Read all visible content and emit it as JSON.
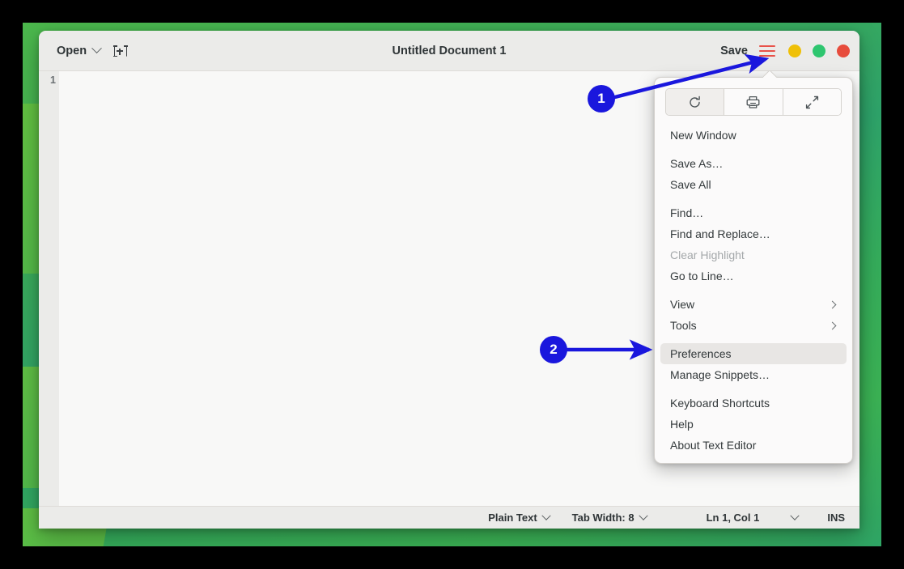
{
  "window": {
    "title": "Untitled Document 1",
    "open_label": "Open",
    "new_tab_icon": "new-tab-icon",
    "save_label": "Save",
    "menu_icon": "hamburger-menu-icon",
    "menu_icon_color": "#e8524a",
    "controls": [
      {
        "name": "minimize",
        "color": "#efc007"
      },
      {
        "name": "maximize",
        "color": "#2ec66f"
      },
      {
        "name": "close",
        "color": "#e74c3c"
      }
    ]
  },
  "editor": {
    "line_numbers": [
      "1"
    ],
    "content": ""
  },
  "statusbar": {
    "language": "Plain Text",
    "tab_width": "Tab Width: 8",
    "position": "Ln 1, Col 1",
    "insert_mode": "INS"
  },
  "menu": {
    "icon_buttons": [
      {
        "name": "reload-icon",
        "label": "Reload",
        "highlighted": true
      },
      {
        "name": "print-icon",
        "label": "Print",
        "highlighted": false
      },
      {
        "name": "fullscreen-icon",
        "label": "Fullscreen",
        "highlighted": false
      }
    ],
    "groups": [
      {
        "items": [
          {
            "label": "New Window",
            "disabled": false,
            "submenu": false,
            "selected": false
          }
        ]
      },
      {
        "items": [
          {
            "label": "Save As…",
            "disabled": false,
            "submenu": false,
            "selected": false
          },
          {
            "label": "Save All",
            "disabled": false,
            "submenu": false,
            "selected": false
          }
        ]
      },
      {
        "items": [
          {
            "label": "Find…",
            "disabled": false,
            "submenu": false,
            "selected": false
          },
          {
            "label": "Find and Replace…",
            "disabled": false,
            "submenu": false,
            "selected": false
          },
          {
            "label": "Clear Highlight",
            "disabled": true,
            "submenu": false,
            "selected": false
          },
          {
            "label": "Go to Line…",
            "disabled": false,
            "submenu": false,
            "selected": false
          }
        ]
      },
      {
        "items": [
          {
            "label": "View",
            "disabled": false,
            "submenu": true,
            "selected": false
          },
          {
            "label": "Tools",
            "disabled": false,
            "submenu": true,
            "selected": false
          }
        ]
      },
      {
        "items": [
          {
            "label": "Preferences",
            "disabled": false,
            "submenu": false,
            "selected": true
          },
          {
            "label": "Manage Snippets…",
            "disabled": false,
            "submenu": false,
            "selected": false
          }
        ]
      },
      {
        "items": [
          {
            "label": "Keyboard Shortcuts",
            "disabled": false,
            "submenu": false,
            "selected": false
          },
          {
            "label": "Help",
            "disabled": false,
            "submenu": false,
            "selected": false
          },
          {
            "label": "About Text Editor",
            "disabled": false,
            "submenu": false,
            "selected": false
          }
        ]
      }
    ]
  },
  "annotations": {
    "color": "#1a17dd",
    "steps": [
      {
        "number": "1",
        "target": "hamburger-menu-icon"
      },
      {
        "number": "2",
        "target": "preferences-menu-item"
      }
    ]
  }
}
